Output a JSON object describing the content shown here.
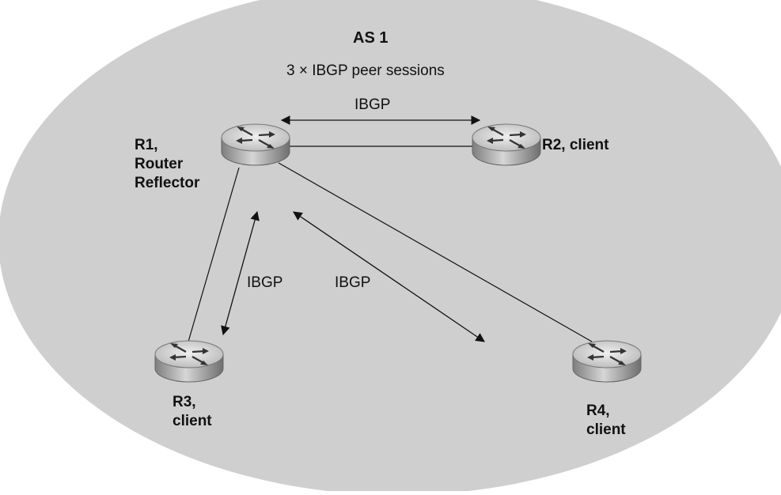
{
  "diagram": {
    "title": "AS 1",
    "subtitle": "3 × IBGP peer sessions",
    "colors": {
      "ellipse_fill": "#cfcfcf",
      "line": "#111111",
      "router_top": "#d8d8d8",
      "router_side": "#9a9a9a"
    },
    "links": {
      "r1_r2": "IBGP",
      "r1_r3": "IBGP",
      "r1_r4": "IBGP"
    },
    "routers": {
      "r1": {
        "name": "R1,",
        "role1": "Router",
        "role2": "Reflector",
        "icon": "router-icon"
      },
      "r2": {
        "name": "R2, client",
        "icon": "router-icon"
      },
      "r3": {
        "name": "R3,",
        "role": "client",
        "icon": "router-icon"
      },
      "r4": {
        "name": "R4,",
        "role": "client",
        "icon": "router-icon"
      }
    }
  }
}
